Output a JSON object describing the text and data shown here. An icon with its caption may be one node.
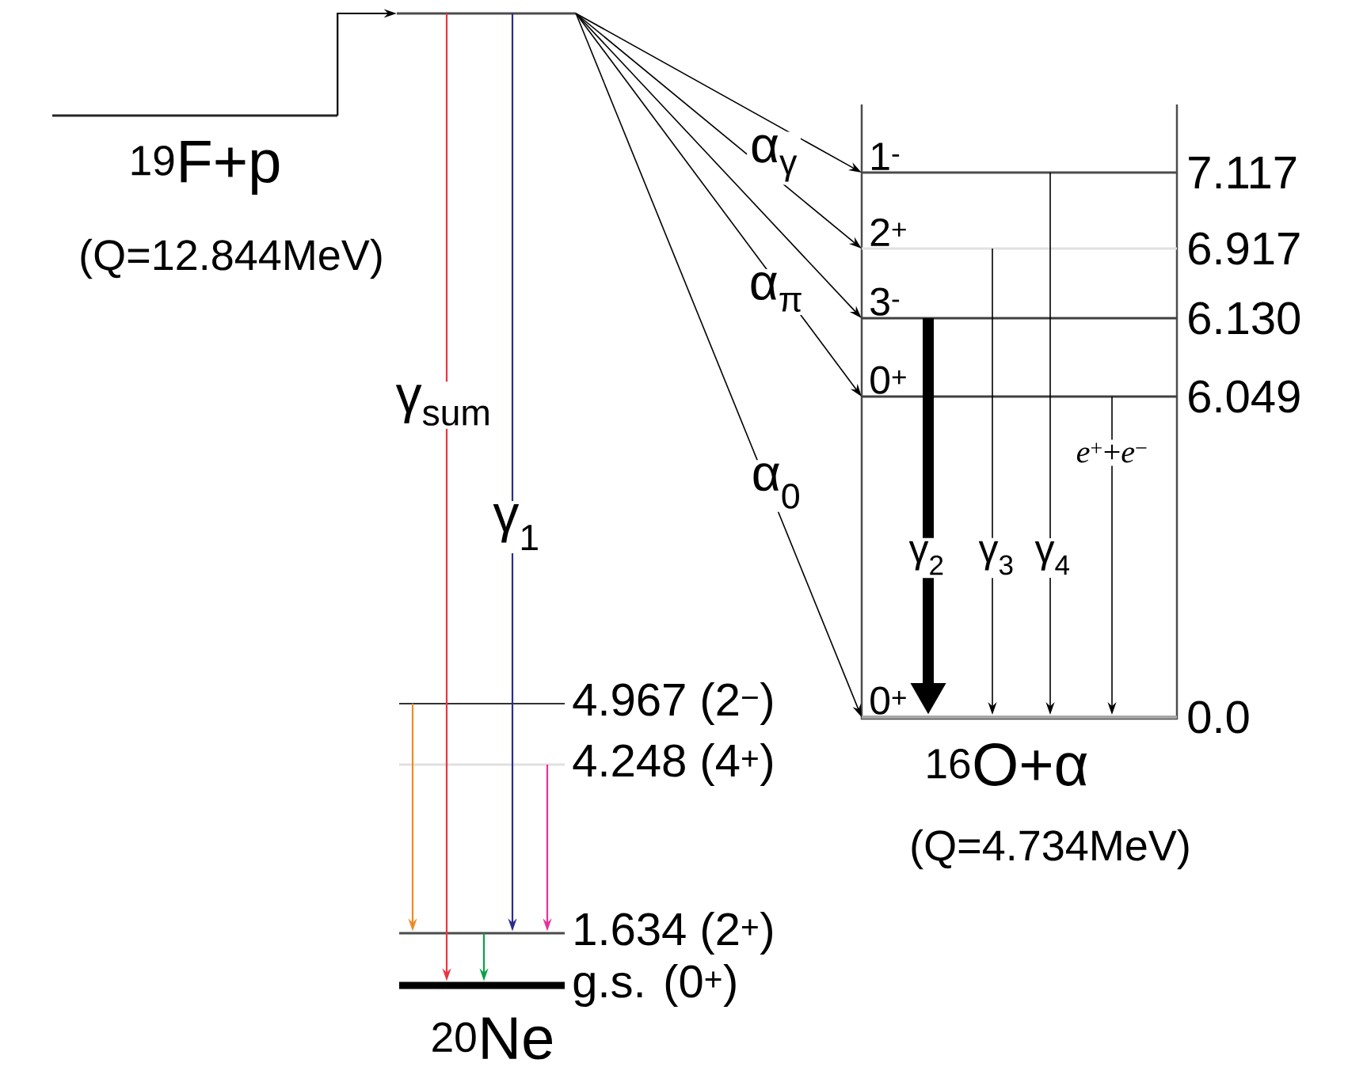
{
  "diagram": {
    "nodes": [
      {
        "text": [],
        "shape": "bar",
        "beside": [
          "$^{19}$F+p",
          "(Q=12.844MeV)"
        ]
      },
      {
        "text": [],
        "shape": "bar"
      },
      {
        "text": [],
        "shape": "bar",
        "beside": [
          "4.967 (2$^{−}$)"
        ]
      },
      {
        "text": [],
        "shape": "bar",
        "beside": [
          "4.248 (4$^{+}$)"
        ]
      },
      {
        "text": [],
        "shape": "bar",
        "beside": [
          "1.634 (2$^{+}$)"
        ]
      },
      {
        "text": [],
        "shape": "bar",
        "beside": [
          "g.s. (0$^{+}$)"
        ]
      },
      {
        "text": [],
        "shape": "bar",
        "beside": [
          "1$^{-}$",
          "7.117"
        ]
      },
      {
        "text": [],
        "shape": "bar",
        "beside": [
          "2$^{+}$",
          "6.917"
        ]
      },
      {
        "text": [],
        "shape": "bar",
        "beside": [
          "3$^{-}$",
          "6.130"
        ]
      },
      {
        "text": [],
        "shape": "bar",
        "beside": [
          "0$^{+}$",
          "6.049"
        ]
      },
      {
        "text": [],
        "shape": "bar",
        "beside": [
          "0$^{+}$",
          "0.0"
        ]
      }
    ],
    "edges": [
      {
        "from": 0,
        "to": 1,
        "arrow": "to"
      },
      {
        "from": 1,
        "to": 5,
        "arrow": "to",
        "label": "γ$_{sum}$",
        "color": "#ee3340"
      },
      {
        "from": 1,
        "to": 4,
        "arrow": "to",
        "label": "γ$_{1}$",
        "color": "#2b2d8e"
      },
      {
        "from": 2,
        "to": 4,
        "arrow": "to",
        "color": "#f08a24"
      },
      {
        "from": 3,
        "to": 4,
        "arrow": "to",
        "color": "#e8309a"
      },
      {
        "from": 4,
        "to": 5,
        "arrow": "to",
        "color": "#0aa14a"
      },
      {
        "from": 1,
        "to": 6,
        "arrow": "to",
        "label": "α$_{γ}$"
      },
      {
        "from": 1,
        "to": 7,
        "arrow": "to"
      },
      {
        "from": 1,
        "to": 8,
        "arrow": "to"
      },
      {
        "from": 1,
        "to": 9,
        "arrow": "to",
        "label": "α$_{π}$"
      },
      {
        "from": 1,
        "to": 10,
        "arrow": "to",
        "label": "α$_{0}$"
      },
      {
        "from": 8,
        "to": 10,
        "arrow": "to",
        "label": "γ$_{2}$",
        "style": "thick"
      },
      {
        "from": 7,
        "to": 10,
        "arrow": "to",
        "label": "γ$_{3}$"
      },
      {
        "from": 6,
        "to": 10,
        "arrow": "to",
        "label": "γ$_{4}$"
      },
      {
        "from": 9,
        "to": 10,
        "arrow": "to",
        "label": "*e*$^{+}$+*e*$^{−}$"
      }
    ],
    "labels": [
      "$^{16}$O+α",
      "(Q=4.734MeV)",
      "$^{20}$Ne"
    ]
  }
}
